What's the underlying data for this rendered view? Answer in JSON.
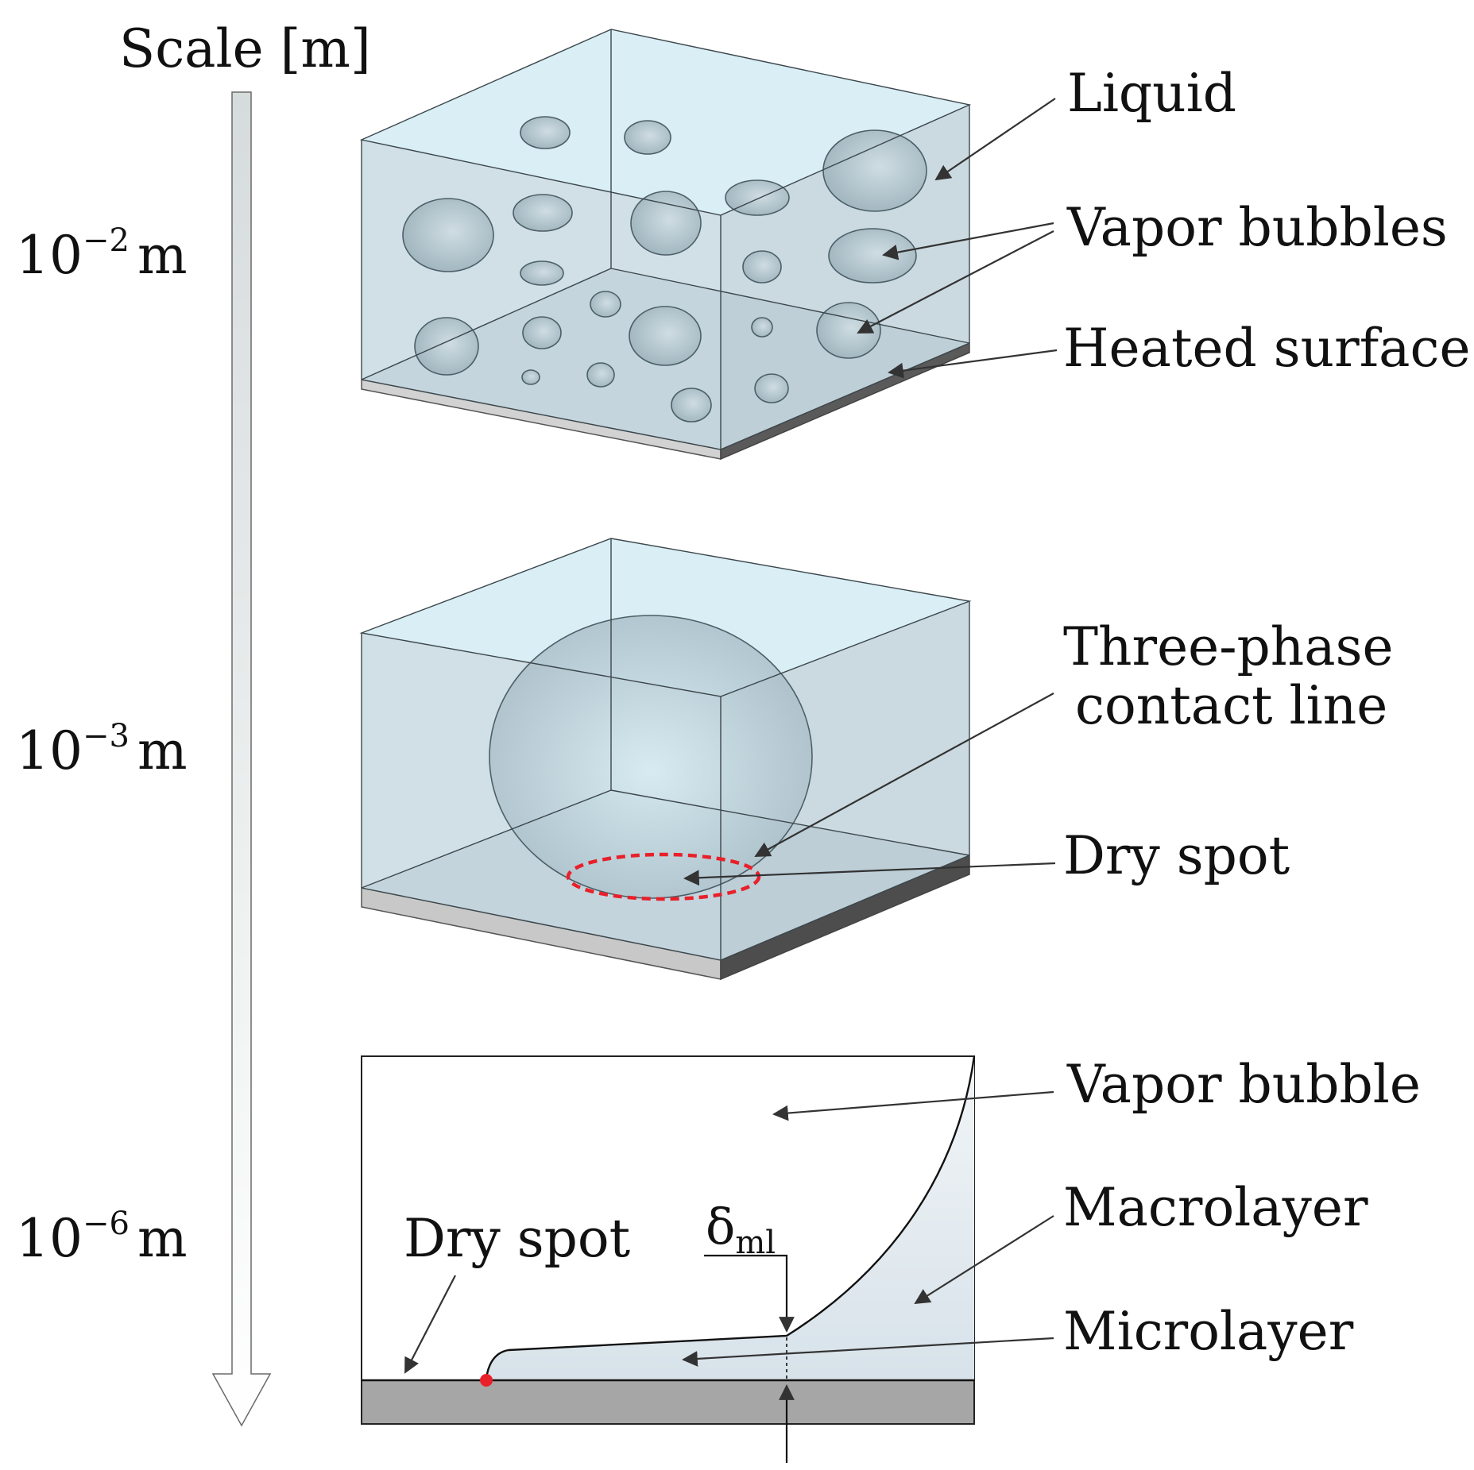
{
  "scale": {
    "title": "Scale [m]",
    "levels": [
      {
        "base": "10",
        "exp": "−2",
        "unit": "m"
      },
      {
        "base": "10",
        "exp": "−3",
        "unit": "m"
      },
      {
        "base": "10",
        "exp": "−6",
        "unit": "m"
      }
    ]
  },
  "labels": {
    "liquid": "Liquid",
    "vapor_bubbles": "Vapor bubbles",
    "heated_surface": "Heated surface",
    "three_phase_1": "Three-phase",
    "three_phase_2": "contact line",
    "dry_spot": "Dry spot",
    "vapor_bubble": "Vapor bubble",
    "macrolayer": "Macrolayer",
    "microlayer": "Microlayer",
    "dry_spot_micro": "Dry spot",
    "delta_symbol": "δ",
    "delta_sub": "ml"
  },
  "colors": {
    "liquid": "#cfe0e8",
    "liquid_top": "#d8f2fb",
    "bubble": "#a9bec7",
    "surface": "#a8a8a8",
    "contact_line": "#e8202a",
    "arrow": "#333333"
  }
}
